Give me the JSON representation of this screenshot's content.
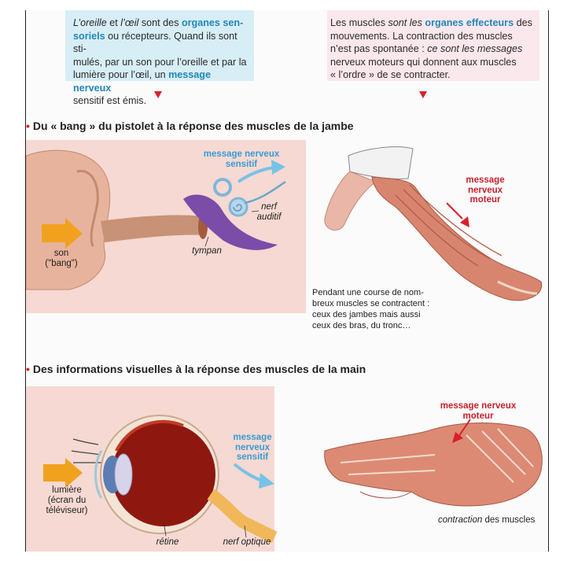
{
  "box_sensoriel": {
    "t1": "L’oreille",
    "t2": " et ",
    "t3": "l’œil",
    "t4": " sont des ",
    "kw1": "organes sen-",
    "kw2": "soriels",
    "t5": " ou récepteurs. Quand ils sont sti-",
    "t6": "mulés, par un son pour l’oreille et par la",
    "t7": "lumière pour l’œil, un ",
    "kw3": "message nerveux",
    "t8": "sensitif est émis."
  },
  "box_muscles": {
    "t1": "Les muscles ",
    "t2": "sont les",
    "kw1": " organes effecteurs",
    "t3": " des",
    "t4": "mouvements. La contraction des muscles",
    "t5": "n’est pas spontanée : ",
    "t6": "ce sont les messages",
    "t7": "nerveux moteurs qui donnent aux muscles",
    "t8": "« l’ordre » de se contracter."
  },
  "section1": {
    "bullet": "•",
    "title": "Du « bang » du pistolet à la réponse des muscles de la jambe",
    "msg_sensitif_l1": "message nerveux",
    "msg_sensitif_l2": "sensitif",
    "nerf_l1": "nerf",
    "nerf_l2": "auditif",
    "tympan": "tympan",
    "son_l1": "son",
    "son_l2": "(\"bang\")",
    "msg_moteur_l1": "message",
    "msg_moteur_l2": "nerveux",
    "msg_moteur_l3": "moteur",
    "caption_l1": "Pendant une course de nom-",
    "caption_l2": "breux muscles se contractent :",
    "caption_l3": "ceux des jambes mais aussi",
    "caption_l4": "ceux des bras, du tronc…"
  },
  "section2": {
    "bullet": "•",
    "title": "Des informations visuelles à la réponse des muscles de la main",
    "msg_sensitif_l1": "message",
    "msg_sensitif_l2": "nerveux",
    "msg_sensitif_l3": "sensitif",
    "lumiere_l1": "lumière",
    "lumiere_l2": "(écran du",
    "lumiere_l3": "téléviseur)",
    "retine": "rétine",
    "nerf_optique": "nerf optique",
    "msg_moteur_l1": "message nerveux",
    "msg_moteur_l2": "moteur",
    "contraction_it": "contraction",
    "contraction_rest": "  des muscles"
  },
  "colors": {
    "keyword_blue": "#2386b8",
    "bullet_red": "#d8202a",
    "sensory_box": "#d7eef6",
    "effector_box": "#fbe8ec",
    "stimulus_arrow": "#f0a21e"
  },
  "icons": [
    "red-triangle-icon",
    "orange-arrow-icon",
    "blue-arrow-icon",
    "red-arrow-icon"
  ]
}
